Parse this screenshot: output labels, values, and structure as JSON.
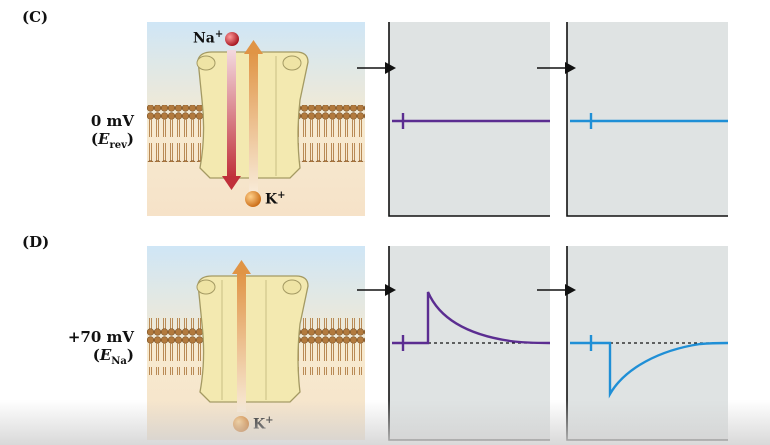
{
  "panel_c": {
    "letter": "(C)",
    "voltage_value": "0 mV",
    "voltage_symbol": "E",
    "voltage_subscript": "rev",
    "ion_top": "Na",
    "ion_top_charge": "+",
    "ion_bottom": "K",
    "ion_bottom_charge": "+"
  },
  "panel_d": {
    "letter": "(D)",
    "voltage_value": "+70 mV",
    "voltage_symbol": "E",
    "voltage_subscript": "Na",
    "ion_bottom": "K",
    "ion_bottom_charge": "+"
  },
  "colors": {
    "purple_trace": "#5b2d91",
    "blue_trace": "#1f8fd6",
    "plot_bg": "#dfe3e3",
    "membrane": "#b07a3a",
    "channel": "#f3e9b0",
    "na_arrow": "#c0303a",
    "k_arrow": "#e3a258"
  }
}
